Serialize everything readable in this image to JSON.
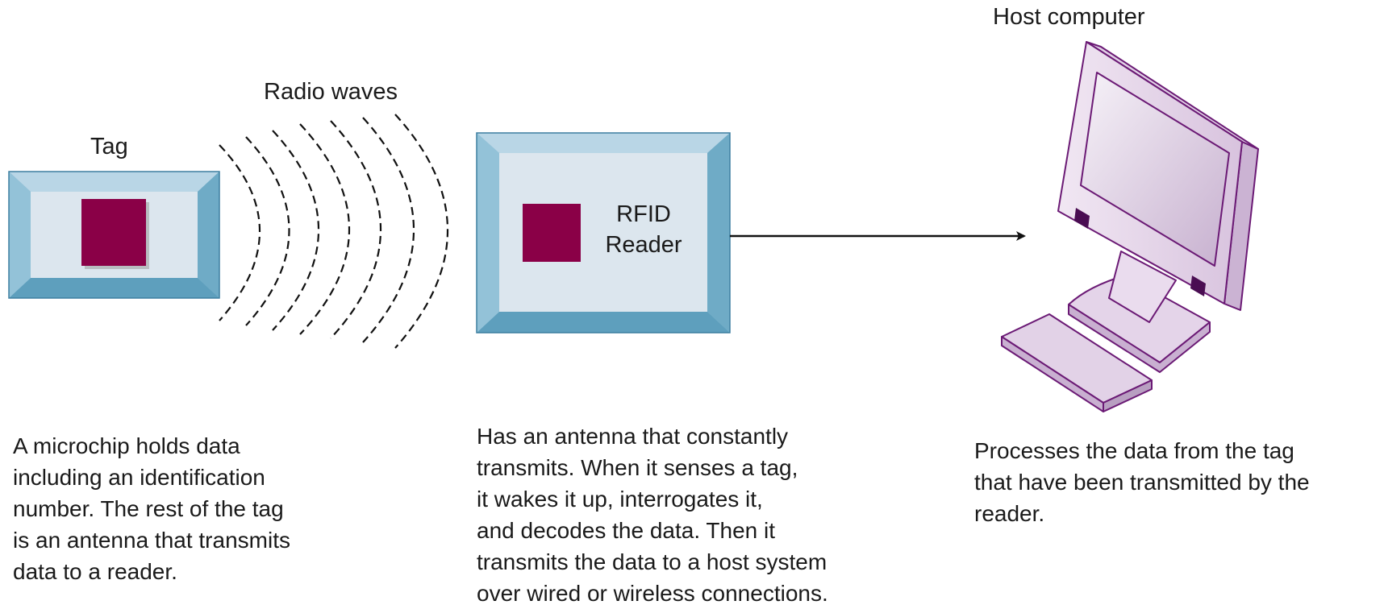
{
  "labels": {
    "tag": "Tag",
    "radio_waves": "Radio waves",
    "reader": "RFID\nReader",
    "host": "Host computer"
  },
  "descriptions": {
    "tag": "A microchip holds data\nincluding an identification\nnumber. The rest of the tag\nis an antenna that transmits\ndata to a reader.",
    "reader": "Has an antenna that constantly\ntransmits. When it senses a tag,\nit wakes it up, interrogates it,\nand decodes the data. Then it\ntransmits the data to a host system\nover wired or wireless connections.",
    "host": "Processes the data from the tag\nthat have been transmitted by the\nreader."
  },
  "colors": {
    "bevel_light": "#b9d6e6",
    "bevel_mid": "#8ec0d6",
    "bevel_dark": "#5e9fbd",
    "panel_face": "#dce6ee",
    "chip": "#8a0047",
    "computer_outline": "#6b1a75",
    "computer_fill": "#eadcee",
    "arrow": "#111111"
  },
  "icons": {
    "tag": "rfid-tag-icon",
    "reader": "rfid-reader-icon",
    "host": "desktop-computer-icon"
  }
}
